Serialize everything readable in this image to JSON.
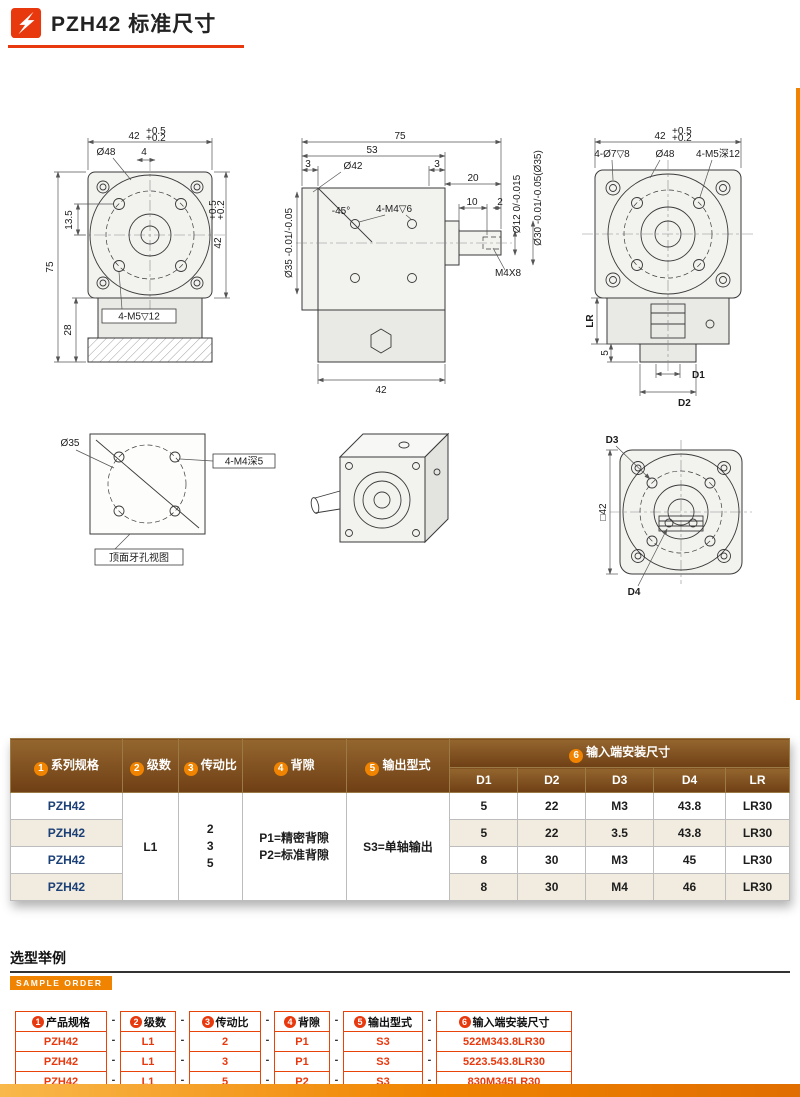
{
  "colors": {
    "accent_red": "#e8380d",
    "brand_orange": "#f08300",
    "header_brown": "#7a4a1d",
    "series_navy": "#1b3f77"
  },
  "header": {
    "title": "PZH42 标准尺寸"
  },
  "views": {
    "front": {
      "dim_width": "42",
      "tol_up": "+0.5",
      "tol_dn": "+0.2",
      "dim_d48": "Ø48",
      "dim_4": "4",
      "dim_135": "13.5",
      "dim_75": "75",
      "dim_28": "28",
      "label_m5": "4-M5▽12"
    },
    "side": {
      "dim_75": "75",
      "dim_53": "53",
      "dim_3l": "3",
      "dim_d42": "Ø42",
      "dim_3r": "3",
      "dim_20": "20",
      "dim_10": "10",
      "dim_2": "2",
      "dim_d12": "Ø12 0/-0.015",
      "dim_d30": "Ø30 -0.01/-0.05(Ø35)",
      "dim_angle": "-45°",
      "label_m4": "4-M4▽6",
      "dim_d35": "Ø35 -0.01/-0.05",
      "label_m4x8": "M4X8",
      "dim_42": "42"
    },
    "back": {
      "dim_width": "42",
      "tol_up": "+0.5",
      "tol_dn": "+0.2",
      "label_d7": "4-Ø7▽8",
      "dim_d48": "Ø48",
      "label_m5": "4-M5深12",
      "dim_lr": "LR",
      "dim_5": "5",
      "dim_d1": "D1",
      "dim_d2": "D2"
    },
    "topface": {
      "dim_d35": "Ø35",
      "label_m4": "4-M4深5",
      "caption": "顶面牙孔视图"
    },
    "output": {
      "dim_d3": "D3",
      "dim_sq42": "□42",
      "dim_d4": "D4"
    }
  },
  "main_table": {
    "headers": [
      {
        "num": "1",
        "label": "系列规格"
      },
      {
        "num": "2",
        "label": "级数"
      },
      {
        "num": "3",
        "label": "传动比"
      },
      {
        "num": "4",
        "label": "背隙"
      },
      {
        "num": "5",
        "label": "输出型式"
      },
      {
        "num": "6",
        "label": "输入端安装尺寸"
      }
    ],
    "subheaders": [
      "D1",
      "D2",
      "D3",
      "D4",
      "LR"
    ],
    "series_col": [
      "PZH42",
      "PZH42",
      "PZH42",
      "PZH42"
    ],
    "stage": "L1",
    "ratios": [
      "2",
      "3",
      "5"
    ],
    "backlash": [
      "P1=精密背隙",
      "P2=标准背隙"
    ],
    "output_type": "S3=单轴输出",
    "rows": [
      [
        "5",
        "22",
        "M3",
        "43.8",
        "LR30"
      ],
      [
        "5",
        "22",
        "3.5",
        "43.8",
        "LR30"
      ],
      [
        "8",
        "30",
        "M3",
        "45",
        "LR30"
      ],
      [
        "8",
        "30",
        "M4",
        "46",
        "LR30"
      ]
    ]
  },
  "sample": {
    "title": "选型举例",
    "ribbon": "SAMPLE ORDER",
    "dash": "-",
    "headers": [
      {
        "num": "1",
        "label": "产品规格"
      },
      {
        "num": "2",
        "label": "级数"
      },
      {
        "num": "3",
        "label": "传动比"
      },
      {
        "num": "4",
        "label": "背隙"
      },
      {
        "num": "5",
        "label": "输出型式"
      },
      {
        "num": "6",
        "label": "输入端安装尺寸"
      }
    ],
    "rows": [
      [
        "PZH42",
        "L1",
        "2",
        "P1",
        "S3",
        "522M343.8LR30"
      ],
      [
        "PZH42",
        "L1",
        "3",
        "P1",
        "S3",
        "5223.543.8LR30"
      ],
      [
        "PZH42",
        "L1",
        "5",
        "P2",
        "S3",
        "830M345LR30"
      ]
    ]
  }
}
